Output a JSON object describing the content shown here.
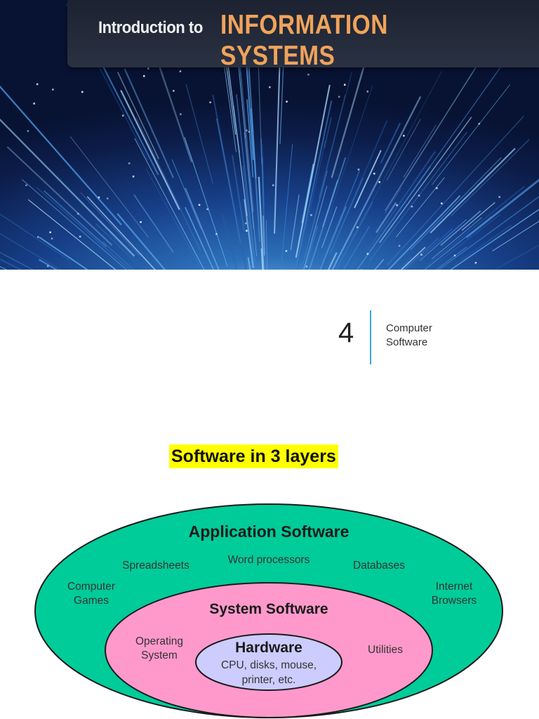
{
  "cover": {
    "title_prefix": "Introduction to",
    "title_main": "INFORMATION SYSTEMS",
    "colors": {
      "title_main": "#f0a35a",
      "title_bar": "#1f2533",
      "background": "#173f88"
    }
  },
  "chapter": {
    "number": "4",
    "title_line1": "Computer",
    "title_line2": "Software",
    "rule_color": "#3aa7e0"
  },
  "section": {
    "title": "Software in 3 layers",
    "highlight_color": "#ffff00"
  },
  "diagram": {
    "outer": {
      "title": "Application Software",
      "color": "#00cc99",
      "items": [
        "Spreadsheets",
        "Word processors",
        "Databases",
        "Computer Games",
        "Internet Browsers"
      ]
    },
    "middle": {
      "title": "System Software",
      "color": "#ff99cc",
      "items": [
        "Operating System",
        "Utilities"
      ]
    },
    "inner": {
      "title": "Hardware",
      "color": "#ccccff",
      "items": [
        "CPU, disks, mouse,",
        "printer, etc."
      ]
    }
  }
}
